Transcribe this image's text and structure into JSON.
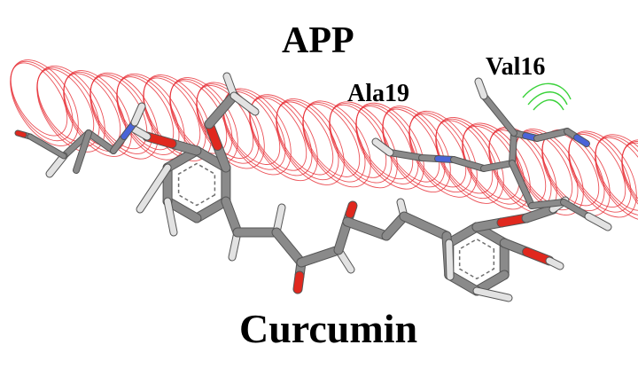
{
  "labels": {
    "protein": "APP",
    "residue_a": "Ala19",
    "residue_b": "Val16",
    "ligand": "Curcumin"
  },
  "colors": {
    "helix": "#e8333a",
    "carbon": "#8a8a8a",
    "carbon_dark": "#555555",
    "hydrogen": "#e2e2e2",
    "oxygen": "#e0281e",
    "nitrogen": "#4a64d8",
    "contact": "#3ad23a"
  }
}
